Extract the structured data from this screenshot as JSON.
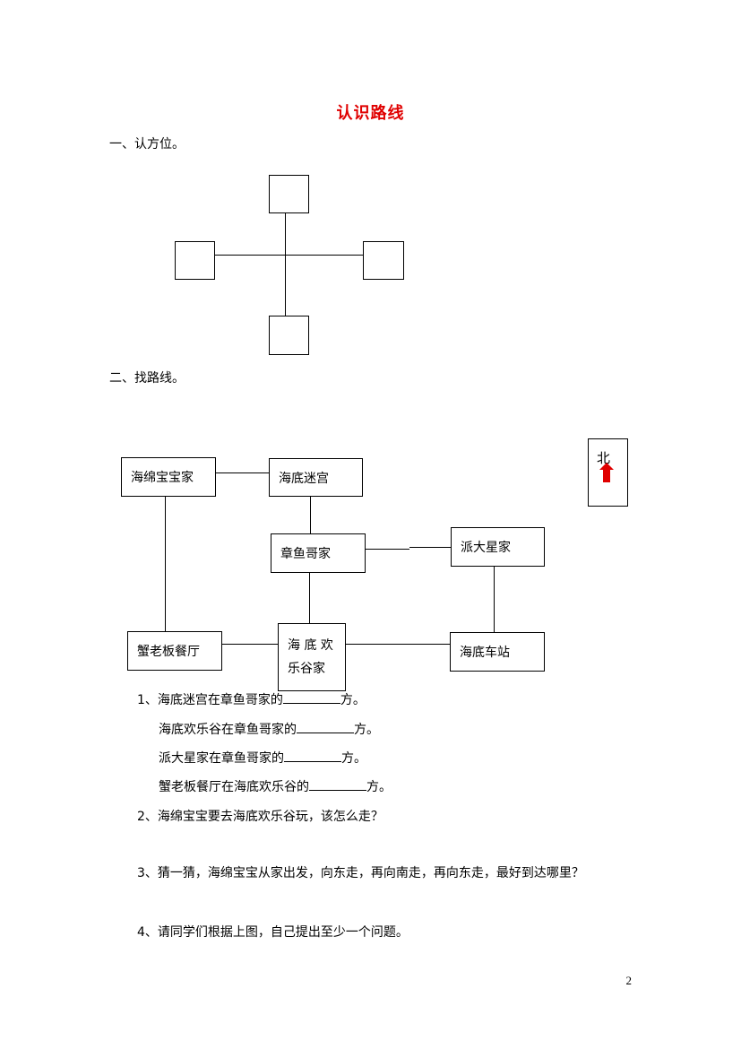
{
  "title": "认识路线",
  "section1": {
    "label": "一、认方位。"
  },
  "section2": {
    "label": "二、找路线。"
  },
  "compass": {
    "label": "北",
    "arrow_color": "#e00000"
  },
  "map": {
    "nodes": {
      "spongebob_home": "海绵宝宝家",
      "maze": "海底迷宫",
      "squidward_home": "章鱼哥家",
      "patrick_home": "派大星家",
      "krusty_krab": "蟹老板餐厅",
      "park_line1": "海 底 欢",
      "park_line2": "乐谷家",
      "station": "海底车站"
    }
  },
  "questions": {
    "q1_a_before": "1、海底迷宫在章鱼哥家的",
    "q1_a_after": "方。",
    "q1_b_before": "海底欢乐谷在章鱼哥家的",
    "q1_b_after": "方。",
    "q1_c_before": "派大星家在章鱼哥家的",
    "q1_c_after": "方。",
    "q1_d_before": "蟹老板餐厅在海底欢乐谷的",
    "q1_d_after": "方。",
    "q2": "2、海绵宝宝要去海底欢乐谷玩，该怎么走？",
    "q3": "3、猜一猜，海绵宝宝从家出发，向东走，再向南走，再向东走，最好到达哪里？",
    "q4": "4、请同学们根据上图，自己提出至少一个问题。"
  },
  "page_number": "2"
}
